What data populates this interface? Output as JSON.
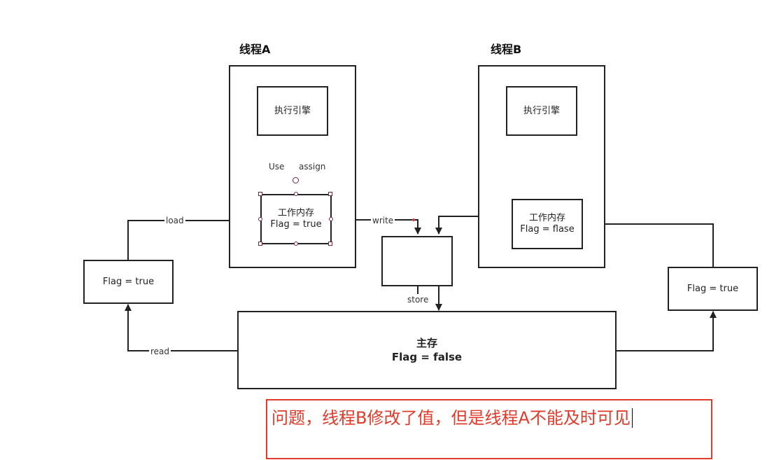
{
  "diagram": {
    "thread_a": {
      "title": "线程A",
      "engine_label": "执行引擎",
      "work_memory_title": "工作内存",
      "work_memory_flag": "Flag = true"
    },
    "thread_b": {
      "title": "线程B",
      "engine_label": "执行引擎",
      "work_memory_title": "工作内存",
      "work_memory_flag": "Flag = flase"
    },
    "left_copy": {
      "flag": "Flag = true"
    },
    "right_copy": {
      "flag": "Flag = true"
    },
    "main_memory": {
      "title": "主存",
      "flag": "Flag = false"
    },
    "edges": {
      "use": "Use",
      "assign": "assign",
      "load": "load",
      "write": "write",
      "store": "store",
      "read": "read"
    },
    "note": {
      "text": "问题，线程B修改了值，但是线程A不能及时可见"
    }
  }
}
